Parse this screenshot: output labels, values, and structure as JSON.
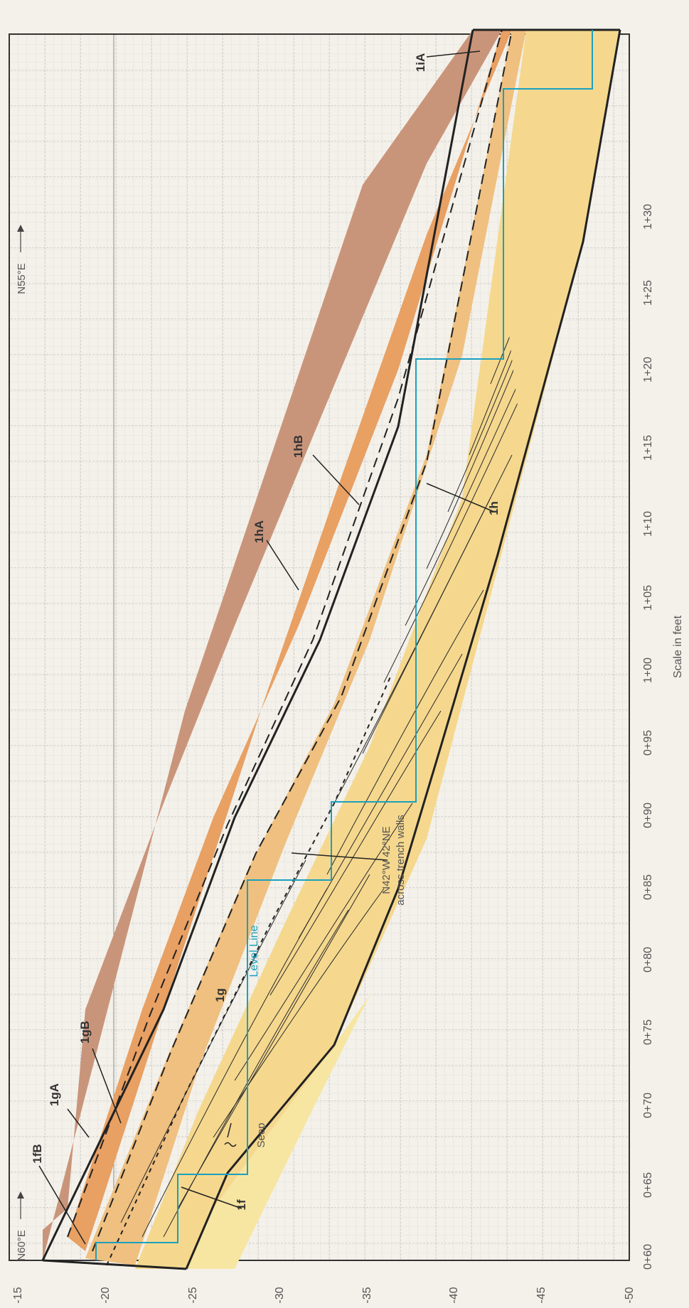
{
  "elevation_ticks": [
    "-15",
    "-20",
    "-25",
    "-30",
    "-35",
    "-40",
    "-45",
    "-50"
  ],
  "station_ticks": [
    "0+60",
    "0+65",
    "0+70",
    "0+75",
    "0+80",
    "0+85",
    "0+90",
    "0+95",
    "1+00",
    "1+05",
    "1+10",
    "1+15",
    "1+20",
    "1+25",
    "1+30"
  ],
  "scale_label": "Scale in feet",
  "bearing_left": "N60°E",
  "bearing_right": "N55°E",
  "units": {
    "fB": "1fB",
    "gA": "1gA",
    "gB": "1gB",
    "g": "1g",
    "f": "1f",
    "hA": "1hA",
    "hB": "1hB",
    "h": "1h",
    "iA": "1iA"
  },
  "seep_label": "Seep",
  "level_line_label": "Level Line",
  "fracture_line1": "N42°W 42°NE",
  "fracture_line2": "across trench walls",
  "colors": {
    "paper": "#f4f1ea",
    "grid": "#bdbdbd",
    "soil_brown": "#c9957a",
    "orange": "#e8a063",
    "light_orange": "#f0c27f",
    "yellow": "#f7dc91",
    "level_line": "#1aa0bd"
  }
}
